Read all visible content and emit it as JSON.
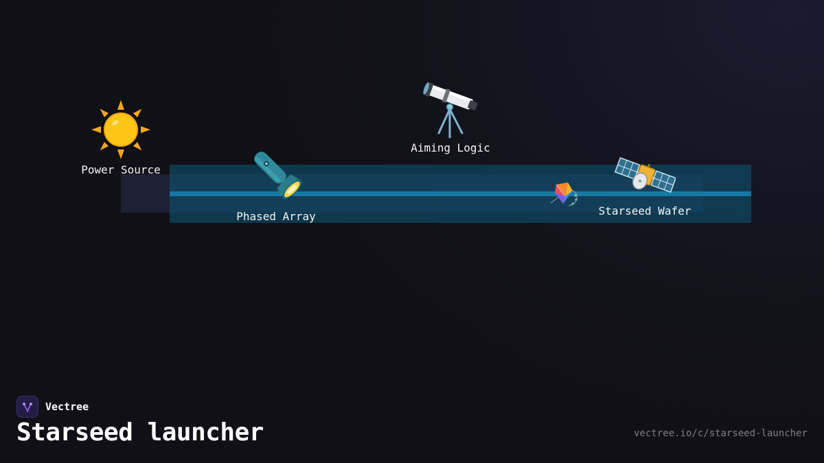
{
  "diagram": {
    "nodes": [
      {
        "id": "power-source",
        "label": "Power Source",
        "icon": "sun-icon"
      },
      {
        "id": "phased-array",
        "label": "Phased Array",
        "icon": "flashlight-icon"
      },
      {
        "id": "aiming-logic",
        "label": "Aiming Logic",
        "icon": "telescope-icon"
      },
      {
        "id": "kite",
        "label": "",
        "icon": "kite-icon"
      },
      {
        "id": "starseed-wafer",
        "label": "Starseed Wafer",
        "icon": "satellite-icon"
      }
    ],
    "colors": {
      "beam_band": "#0d506e",
      "beam_line": "#1579a3",
      "background": "#111117"
    }
  },
  "footer": {
    "brand": "Vectree",
    "title": "Starseed launcher",
    "url": "vectree.io/c/starseed-launcher"
  }
}
